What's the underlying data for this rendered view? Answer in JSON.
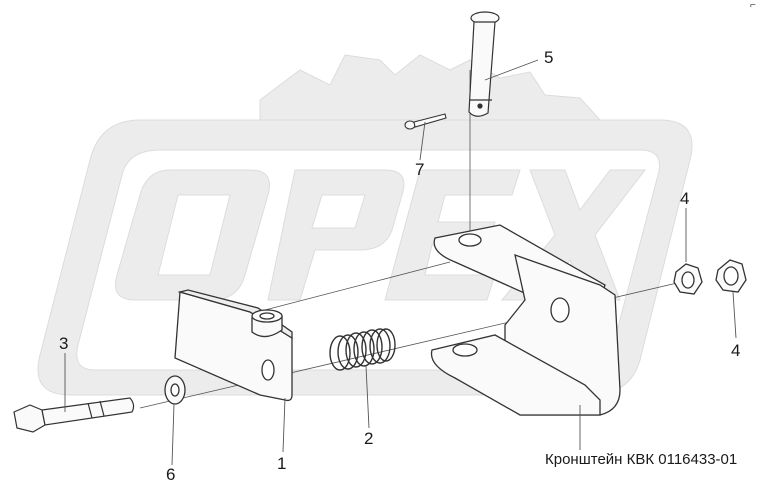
{
  "watermark": {
    "text": "OPEX",
    "color": "#e6e6e6"
  },
  "callouts": [
    {
      "id": "1",
      "text": "1"
    },
    {
      "id": "2",
      "text": "2"
    },
    {
      "id": "3",
      "text": "3"
    },
    {
      "id": "4a",
      "text": "4"
    },
    {
      "id": "4b",
      "text": "4"
    },
    {
      "id": "5",
      "text": "5"
    },
    {
      "id": "6",
      "text": "6"
    },
    {
      "id": "7",
      "text": "7"
    }
  ],
  "caption": "Кронштейн КВК 0116433-01",
  "corner_mark": "⌐"
}
